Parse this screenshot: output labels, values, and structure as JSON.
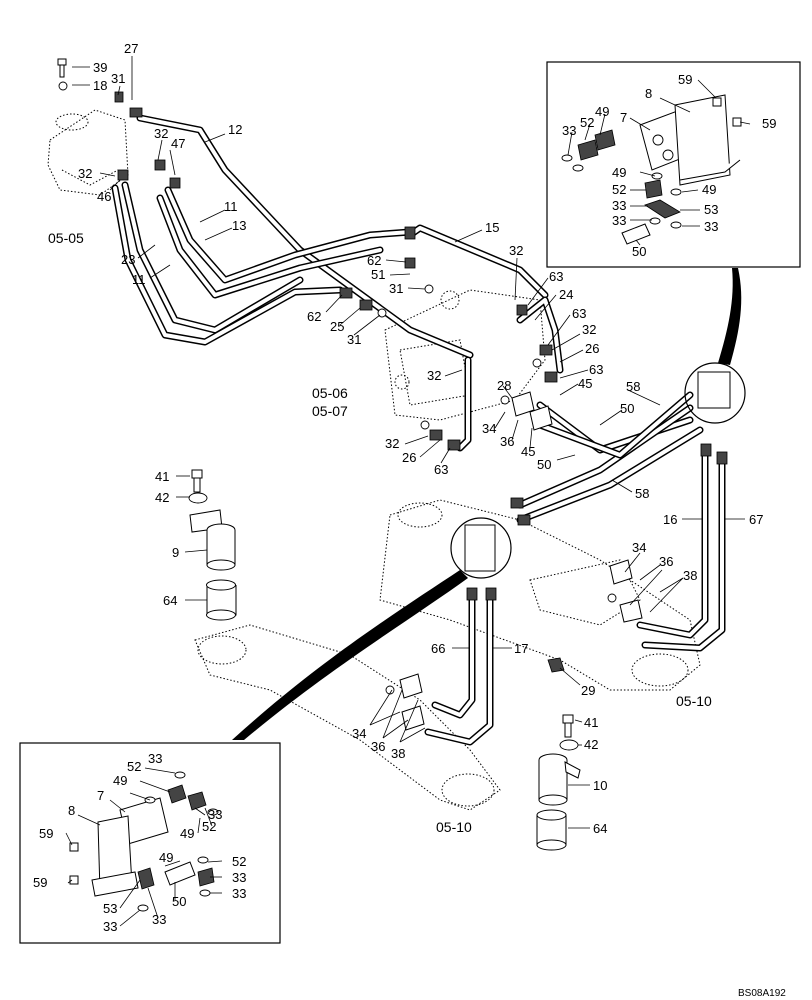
{
  "drawing_code": "BS08A192",
  "section_refs": [
    "05-05",
    "05-06",
    "05-07",
    "05-10",
    "05-10"
  ],
  "callouts": {
    "c39": "39",
    "c18": "18",
    "c27": "27",
    "c31a": "31",
    "c12": "12",
    "c32a": "32",
    "c47": "47",
    "c32b": "32",
    "c46": "46",
    "c11a": "11",
    "c13": "13",
    "c23": "23",
    "c11b": "11",
    "c15": "15",
    "c32c": "32",
    "c62a": "62",
    "c51": "51",
    "c31b": "31",
    "c63a": "63",
    "c24": "24",
    "c62b": "62",
    "c25": "25",
    "c31c": "31",
    "c63b": "63",
    "c32d": "32",
    "c26a": "26",
    "c63c": "63",
    "c32e": "32",
    "c28": "28",
    "c45a": "45",
    "c58a": "58",
    "c50a": "50",
    "c34a": "34",
    "c36a": "36",
    "c45b": "45",
    "c32f": "32",
    "c26b": "26",
    "c63d": "63",
    "c50b": "50",
    "c58b": "58",
    "c41a": "41",
    "c42a": "42",
    "c9": "9",
    "c64a": "64",
    "c16": "16",
    "c67": "67",
    "c34b": "34",
    "c36b": "36",
    "c38a": "38",
    "c66": "66",
    "c17": "17",
    "c29": "29",
    "c34c": "34",
    "c36c": "36",
    "c38b": "38",
    "c41b": "41",
    "c42b": "42",
    "c10": "10",
    "c64b": "64"
  },
  "inset_top": {
    "c59a": "59",
    "c8": "8",
    "c59b": "59",
    "c7": "7",
    "c49a": "49",
    "c52a": "52",
    "c33a": "33",
    "c49b": "49",
    "c49c": "49",
    "c52b": "52",
    "c33b": "33",
    "c33c": "33",
    "c53": "53",
    "c33d": "33",
    "c50": "50"
  },
  "inset_bottom": {
    "c52a": "52",
    "c33a": "33",
    "c49a": "49",
    "c7": "7",
    "c33b": "33",
    "c8": "8",
    "c49b": "49",
    "c52b": "52",
    "c59a": "59",
    "c49c": "49",
    "c52c": "52",
    "c59b": "59",
    "c53": "53",
    "c50": "50",
    "c33c": "33",
    "c33d": "33",
    "c33e": "33"
  }
}
